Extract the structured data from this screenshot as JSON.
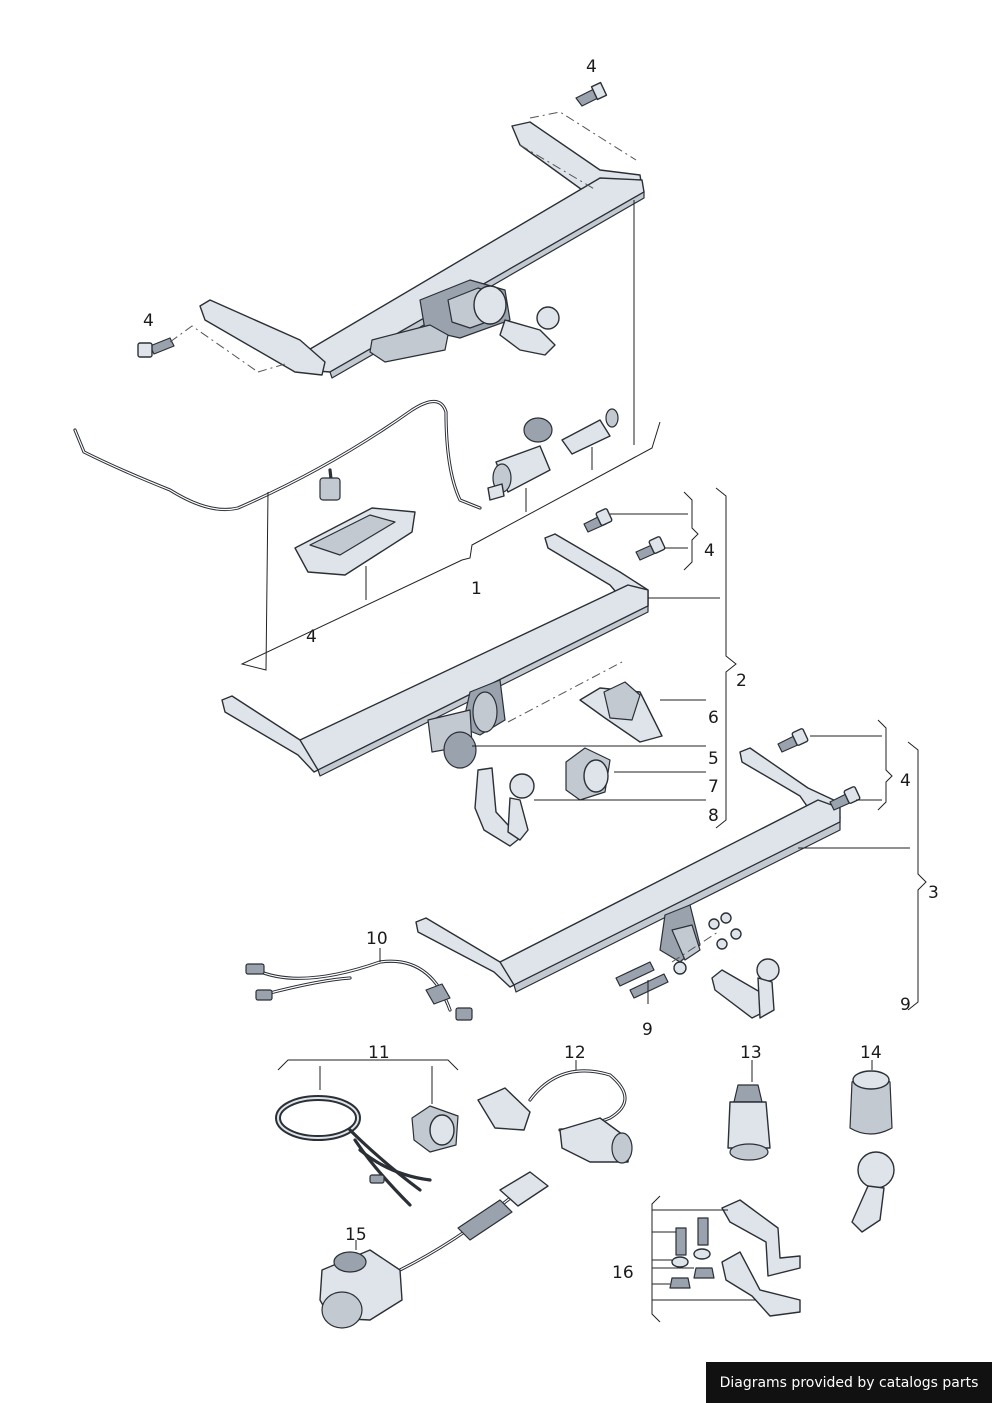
{
  "labels": {
    "top_bolt_4": "4",
    "left_bolt_4": "4",
    "assembly_1": "1",
    "bracket_4_a": "4",
    "bolts_4_b": "4",
    "assembly_2": "2",
    "part_6": "6",
    "part_5": "5",
    "part_7": "7",
    "part_8": "8",
    "bolts_4_c": "4",
    "assembly_3": "3",
    "part_9_right": "9",
    "part_9_bolts": "9",
    "part_10": "10",
    "part_11": "11",
    "part_12": "12",
    "part_13": "13",
    "part_14": "14",
    "part_15": "15",
    "part_16": "16"
  },
  "footer": {
    "credit": "Diagrams provided by catalogs parts"
  }
}
